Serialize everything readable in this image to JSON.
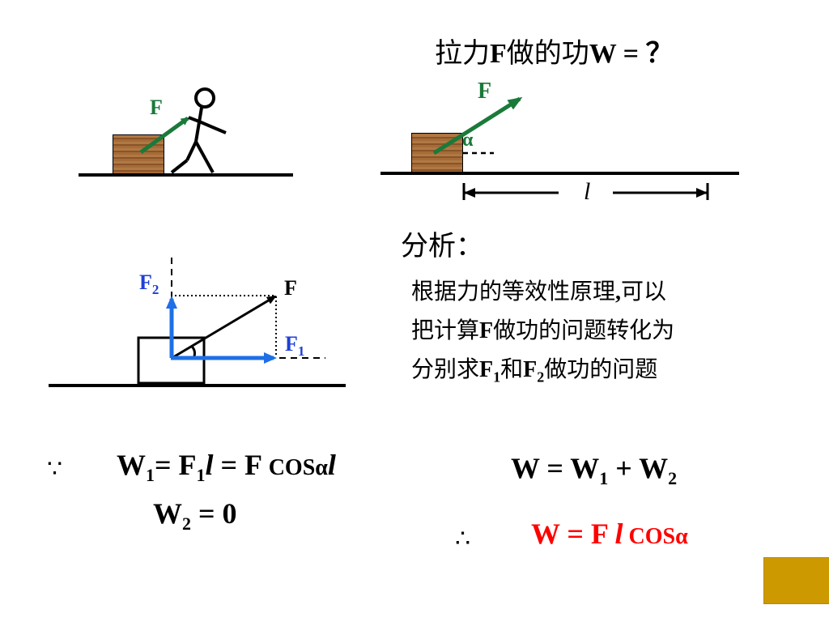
{
  "title": {
    "prefix": "拉力",
    "F": "F",
    "middle": "做的功",
    "W": "W = ？"
  },
  "diagram1": {
    "force_label": "F"
  },
  "diagram2": {
    "force_label": "F",
    "angle_label": "α",
    "length_label": "l"
  },
  "diagram3": {
    "F_label": "F",
    "F2_label": "F",
    "F2_sub": "2",
    "F1_label": "F",
    "F1_sub": "1"
  },
  "analysis": {
    "heading": "分析：",
    "line1_a": "根据力的等效性原理",
    "line1_b": ",",
    "line1_c": "可以",
    "line2_a": "把计算",
    "line2_b": "F",
    "line2_c": "做功的问题转化为",
    "line3_a": "分别求",
    "line3_b": "F",
    "line3_sub1": "1",
    "line3_c": "和",
    "line3_d": "F",
    "line3_sub2": "2",
    "line3_e": "做功的问题"
  },
  "equations": {
    "because": "∵",
    "w1_a": "W",
    "w1_sub": "1",
    "w1_b": "= F",
    "w1_sub2": "1",
    "w1_l": "l",
    "w1_c": " = F ",
    "w1_cos": "COS",
    "w1_alpha": "α",
    "w1_l2": "l",
    "w2_a": "W",
    "w2_sub": "2",
    "w2_b": " = 0",
    "sum_a": "W = W",
    "sum_sub1": "1",
    "sum_b": " + W",
    "sum_sub2": "2",
    "therefore": "∴",
    "final_a": "W = F ",
    "final_l": "l",
    "final_cos": " COS",
    "final_alpha": "α"
  },
  "colors": {
    "green_arrow": "#1a7a3a",
    "blue_arrow": "#1f6fe6",
    "red_result": "#ff0000",
    "gold_square": "#cc9900"
  }
}
